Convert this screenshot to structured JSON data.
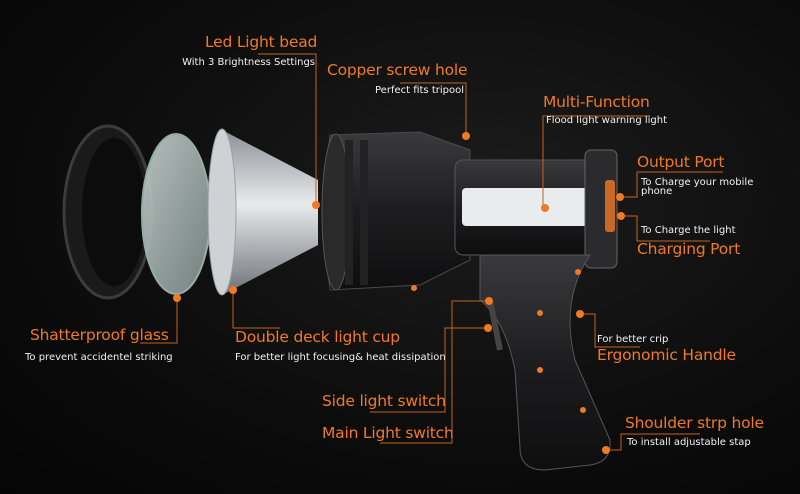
{
  "accent_color": "#f07a23",
  "callouts": {
    "led": {
      "title": "Led Light bead",
      "sub": "With 3 Brightness Settings"
    },
    "copper": {
      "title": "Copper screw hole",
      "sub": "Perfect fits tripool"
    },
    "multi": {
      "title": "Multi-Function",
      "sub": "Flood light warning light"
    },
    "output": {
      "title": "Output Port",
      "sub": "To Charge your mobile phone"
    },
    "charging": {
      "title": "Charging Port",
      "sub": "To Charge the light"
    },
    "handle": {
      "title": "Ergonomic Handle",
      "sub": "For better crip"
    },
    "shoulder": {
      "title": "Shoulder strp hole",
      "sub": "To install adjustable stap"
    },
    "main_switch": {
      "title": "Main Light switch"
    },
    "side_switch": {
      "title": "Side light switch"
    },
    "cup": {
      "title": "Double deck light cup",
      "sub": "For better light focusing& heat dissipation"
    },
    "glass": {
      "title": "Shatterproof glass",
      "sub": "To prevent accidentel striking"
    }
  }
}
